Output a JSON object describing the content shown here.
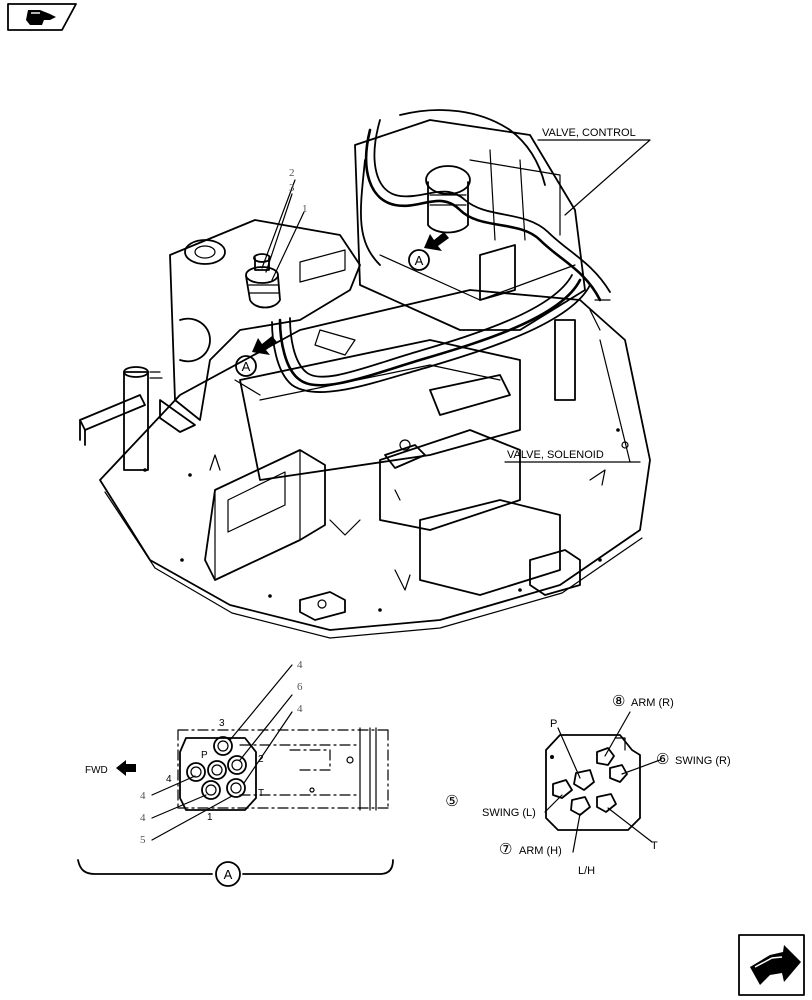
{
  "callouts": {
    "valve_control": "VALVE, CONTROL",
    "valve_solenoid": "VALVE, SOLENOID",
    "view_a": "A",
    "fwd": "FWD",
    "lh": "L/H"
  },
  "detail_a": {
    "ports": {
      "p": "P",
      "t": "T",
      "n1": "1",
      "n2": "2",
      "n3": "3",
      "n4": "4"
    },
    "refs": [
      "4",
      "6",
      "4",
      "4",
      "4",
      "5"
    ]
  },
  "main_refs": [
    "2",
    "3",
    "1"
  ],
  "pattern": {
    "p": "P",
    "t": "T",
    "circled_5": "⑤",
    "arm_r": {
      "num": "⑧",
      "text": "ARM (R)"
    },
    "swing_r": {
      "num": "⑥",
      "text": "SWING (R)"
    },
    "swing_l": "SWING (L)",
    "arm_h": {
      "num": "⑦",
      "text": "ARM (H)"
    }
  }
}
